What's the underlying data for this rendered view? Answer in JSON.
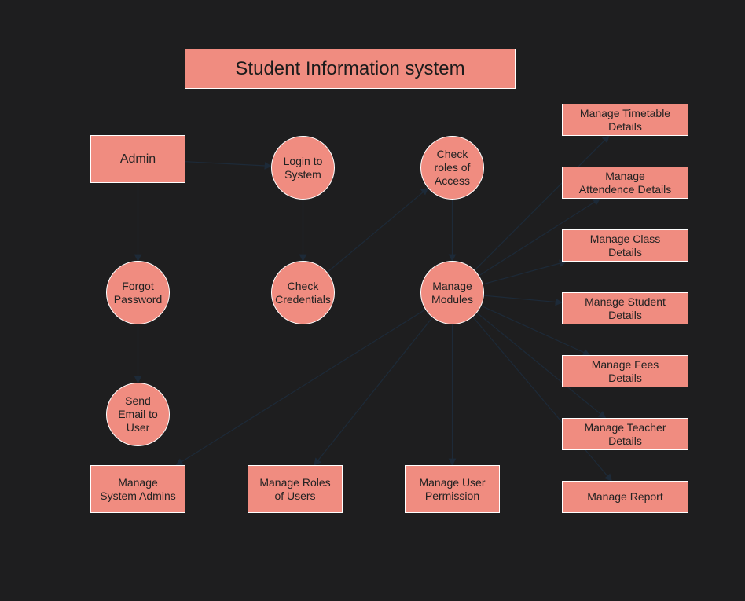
{
  "title": "Student Information system",
  "colors": {
    "background": "#1e1e1f",
    "node_fill": "#f08c80",
    "node_border": "#ffffff",
    "edge": "#1d2a38"
  },
  "nodes": {
    "admin": "Admin",
    "login": "Login to\nSystem",
    "check_roles": "Check\nroles of\nAccess",
    "forgot": "Forgot\nPassword",
    "check_credentials": "Check\nCredentials",
    "manage_modules": "Manage\nModules",
    "send_email": "Send\nEmail to\nUser",
    "manage_system_admins": "Manage\nSystem Admins",
    "manage_roles": "Manage Roles\nof Users",
    "manage_user_permission": "Manage User\nPermission",
    "manage_timetable": "Manage Timetable\nDetails",
    "manage_attendence": "Manage\nAttendence Details",
    "manage_class": "Manage Class\nDetails",
    "manage_student": "Manage Student\nDetails",
    "manage_fees": "Manage Fees\nDetails",
    "manage_teacher": "Manage Teacher\nDetails",
    "manage_report": "Manage Report"
  },
  "edges": [
    {
      "from": "admin",
      "to": "login"
    },
    {
      "from": "admin",
      "to": "forgot"
    },
    {
      "from": "forgot",
      "to": "send_email"
    },
    {
      "from": "login",
      "to": "check_credentials"
    },
    {
      "from": "check_credentials",
      "to": "check_roles"
    },
    {
      "from": "check_roles",
      "to": "manage_modules"
    },
    {
      "from": "manage_modules",
      "to": "manage_system_admins"
    },
    {
      "from": "manage_modules",
      "to": "manage_roles"
    },
    {
      "from": "manage_modules",
      "to": "manage_user_permission"
    },
    {
      "from": "manage_modules",
      "to": "manage_timetable"
    },
    {
      "from": "manage_modules",
      "to": "manage_attendence"
    },
    {
      "from": "manage_modules",
      "to": "manage_class"
    },
    {
      "from": "manage_modules",
      "to": "manage_student"
    },
    {
      "from": "manage_modules",
      "to": "manage_fees"
    },
    {
      "from": "manage_modules",
      "to": "manage_teacher"
    },
    {
      "from": "manage_modules",
      "to": "manage_report"
    }
  ]
}
